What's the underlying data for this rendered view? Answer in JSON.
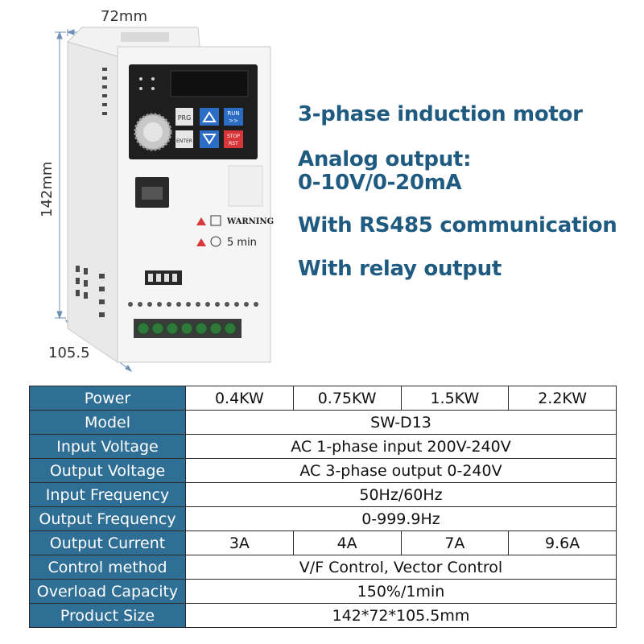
{
  "dimensions": {
    "width": "72mm",
    "height": "142mm",
    "depth": "105.5"
  },
  "device": {
    "keypad": {
      "prg": "PRG",
      "enter": "ENTER",
      "run_line1": "RUN",
      "run_line2": ">>",
      "stop_line1": "STOP",
      "stop_line2": "RST"
    },
    "warning_label": "WARNING",
    "wait_label": "5 min"
  },
  "features": [
    "3-phase induction motor",
    "Analog output:",
    "0-10V/0-20mA",
    "With RS485 communication",
    "With relay output"
  ],
  "specs": {
    "power": {
      "label": "Power",
      "values": [
        "0.4KW",
        "0.75KW",
        "1.5KW",
        "2.2KW"
      ]
    },
    "model": {
      "label": "Model",
      "value": "SW-D13"
    },
    "input_voltage": {
      "label": "Input Voltage",
      "value": "AC 1-phase input 200V-240V"
    },
    "output_voltage": {
      "label": "Output Voltage",
      "value": "AC 3-phase output 0-240V"
    },
    "input_frequency": {
      "label": "Input Frequency",
      "value": "50Hz/60Hz"
    },
    "output_frequency": {
      "label": "Output Frequency",
      "value": "0-999.9Hz"
    },
    "output_current": {
      "label": "Output Current",
      "values": [
        "3A",
        "4A",
        "7A",
        "9.6A"
      ]
    },
    "control_method": {
      "label": "Control method",
      "value": "V/F Control, Vector Control"
    },
    "overload_capacity": {
      "label": "Overload Capacity",
      "value": "150%/1min"
    },
    "product_size": {
      "label": "Product Size",
      "value": "142*72*105.5mm"
    }
  },
  "colors": {
    "header_blue": "#2f6f95",
    "feature_text": "#1f5a80",
    "key_blue": "#2b6cc4",
    "key_red": "#d8363a",
    "terminal_green": "#2f7a3a"
  }
}
